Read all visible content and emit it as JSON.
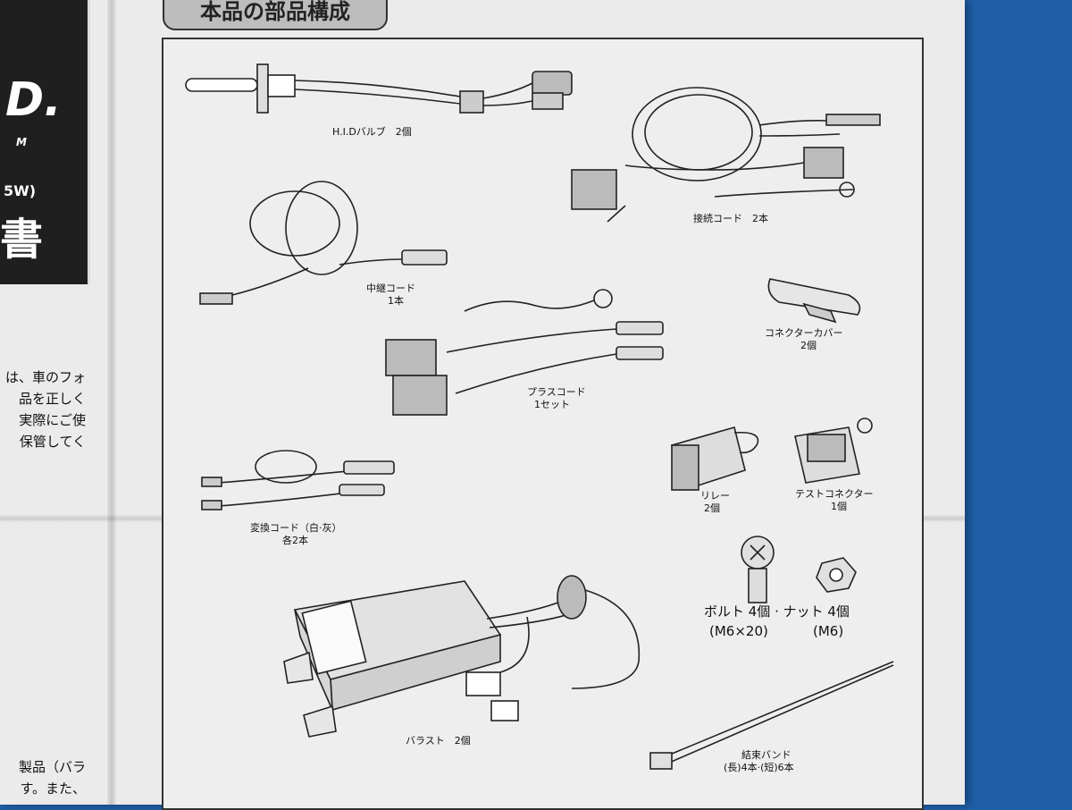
{
  "header": {
    "section_title": "本品の部品構成",
    "logo_fragment": "D.",
    "logo_sub": "M",
    "wattage_fragment": "5W)",
    "doc_fragment": "書"
  },
  "left_column": {
    "lines": [
      "は、車のフォ",
      "品を正しく",
      "実際にご使",
      "保管してく"
    ],
    "bottom_lines": [
      "製品（バラ",
      "す。また、"
    ]
  },
  "parts": {
    "hid_bulb": "H.I.Dバルブ　2個",
    "connection_cord": "接続コード　2本",
    "relay_cord": "中継コード",
    "relay_cord_qty": "1本",
    "connector_cover": "コネクターカバー",
    "connector_cover_qty": "2個",
    "plus_cord": "プラスコード",
    "plus_cord_qty": "1セット",
    "relay": "リレー",
    "relay_qty": "2個",
    "test_connector": "テストコネクター",
    "test_connector_qty": "1個",
    "conversion_cord": "変換コード（白·灰）",
    "conversion_cord_qty": "各2本",
    "bolt_nut": "ボルト 4個 · ナット 4個",
    "bolt_spec": "(M6×20)",
    "nut_spec": "(M6)",
    "ballast": "バラスト　2個",
    "cable_tie": "結束バンド",
    "cable_tie_qty": "(長)4本·(短)6本"
  }
}
